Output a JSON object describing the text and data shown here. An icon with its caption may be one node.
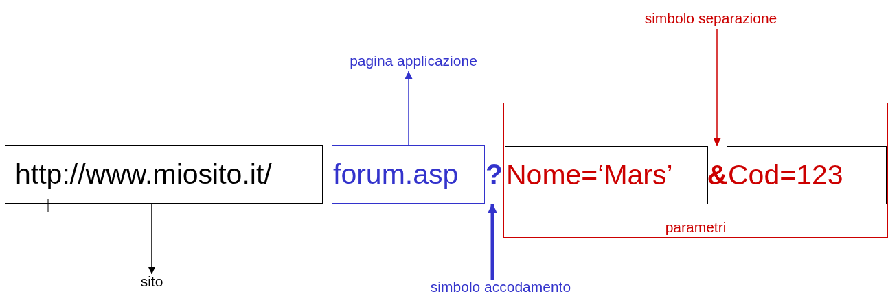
{
  "diagram": {
    "nodes": [
      {
        "text": [
          "http://www.miosito.it/"
        ]
      },
      {
        "text": [
          "forum.asp"
        ]
      },
      {
        "text": [
          "?"
        ]
      },
      {
        "text": [
          "parametri"
        ]
      },
      {
        "text": [
          "Nome=‘Mars’"
        ],
        "in": 3
      },
      {
        "text": [
          "&"
        ],
        "in": 3
      },
      {
        "text": [
          "Cod=123"
        ],
        "in": 3
      },
      {
        "text": [
          "pagina applicazione"
        ]
      },
      {
        "text": [
          "simbolo separazione"
        ]
      },
      {
        "text": [
          "sito"
        ]
      },
      {
        "text": [
          "simbolo accodamento"
        ]
      }
    ],
    "edges": [
      {
        "from": 1,
        "to": 7,
        "arrow": "to",
        "color": "#3333cc"
      },
      {
        "from": 8,
        "to": 5,
        "arrow": "to",
        "color": "#cc0000"
      },
      {
        "from": 0,
        "to": 9,
        "arrow": "to",
        "color": "#000000"
      },
      {
        "from": 10,
        "to": 2,
        "arrow": "to",
        "style": "thick",
        "color": "#3333cc"
      }
    ]
  }
}
